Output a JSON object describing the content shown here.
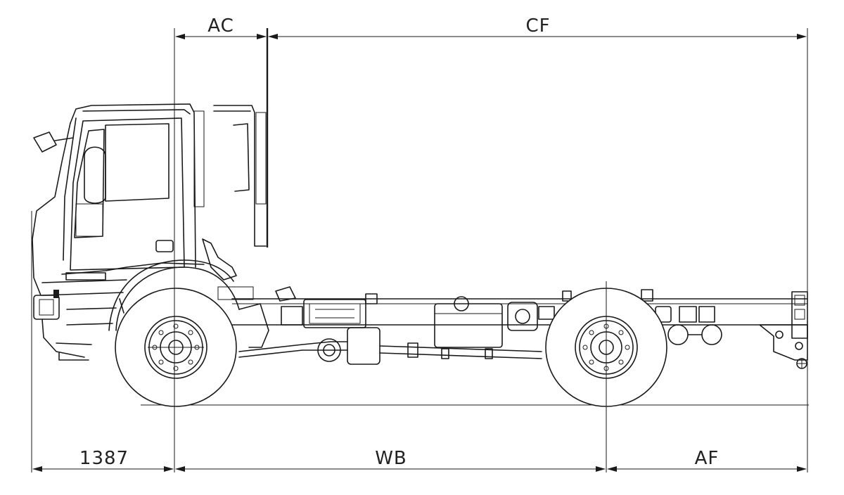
{
  "dimensions": {
    "ac": "AC",
    "cf": "CF",
    "front_overhang": "1387",
    "wb": "WB",
    "af": "AF"
  }
}
